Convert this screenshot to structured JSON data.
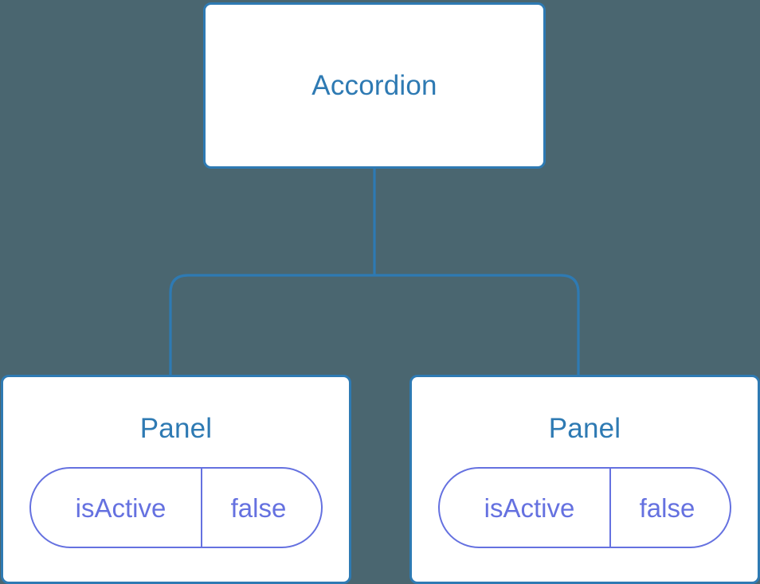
{
  "diagram": {
    "type": "component-tree",
    "background_color": "#4a6670",
    "node_border_color": "#2e7ab3",
    "node_fill_color": "#ffffff",
    "node_text_color": "#2e7ab3",
    "badge_color": "#6571e0",
    "connector_color": "#2e7ab3",
    "root": {
      "label": "Accordion"
    },
    "children": [
      {
        "label": "Panel",
        "state": {
          "key": "isActive",
          "value": "false"
        }
      },
      {
        "label": "Panel",
        "state": {
          "key": "isActive",
          "value": "false"
        }
      }
    ]
  }
}
